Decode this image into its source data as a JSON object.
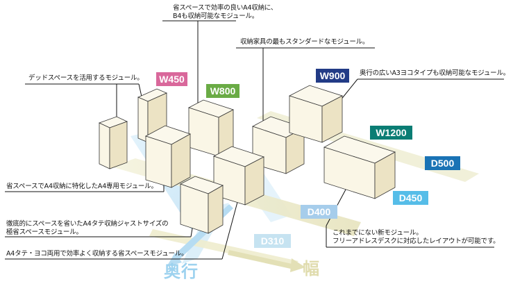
{
  "notes": {
    "top_center": [
      "省スペースで効率の良いA4収納に、",
      "B4も収納可能なモジュール。"
    ],
    "standard": "収納家具の最もスタンダードなモジュール。",
    "dead_space": "デッドスペースを活用するモジュール。",
    "a3": "奥行の広いA3ヨコタイプも収納可能なモジュール。",
    "a4_only": "省スペースでA4収納に特化したA4専用モジュール。",
    "slim": [
      "徹底的にスペースを省いたA4タテ収納ジャストサイズの",
      "極省スペースモジュール。"
    ],
    "dual": "A4タテ・ヨコ両用で効率よく収納する省スペースモジュール。",
    "new": [
      "これまでにない新モジュール。",
      "フリーアドレスデスクに対応したレイアウトが可能です。"
    ]
  },
  "tags": {
    "w450": "W450",
    "w800": "W800",
    "w900": "W900",
    "w1200": "W1200",
    "d500": "D500",
    "d450": "D450",
    "d400": "D400",
    "d310": "D310"
  },
  "axes": {
    "depth": "奥行",
    "width": "幅"
  },
  "colors": {
    "w450": "#d9689b",
    "w800": "#6aab45",
    "w900": "#223b86",
    "w1200": "#0a7d74",
    "d500": "#1a73b5",
    "d450": "#56bde8",
    "d400": "#a6cdeb",
    "d310": "#c6e3f1",
    "cabinet_front": "#faf6e6",
    "cabinet_side": "#ece3c4",
    "depth_band": "#c9e6f6",
    "width_band": "#ecebcb"
  }
}
